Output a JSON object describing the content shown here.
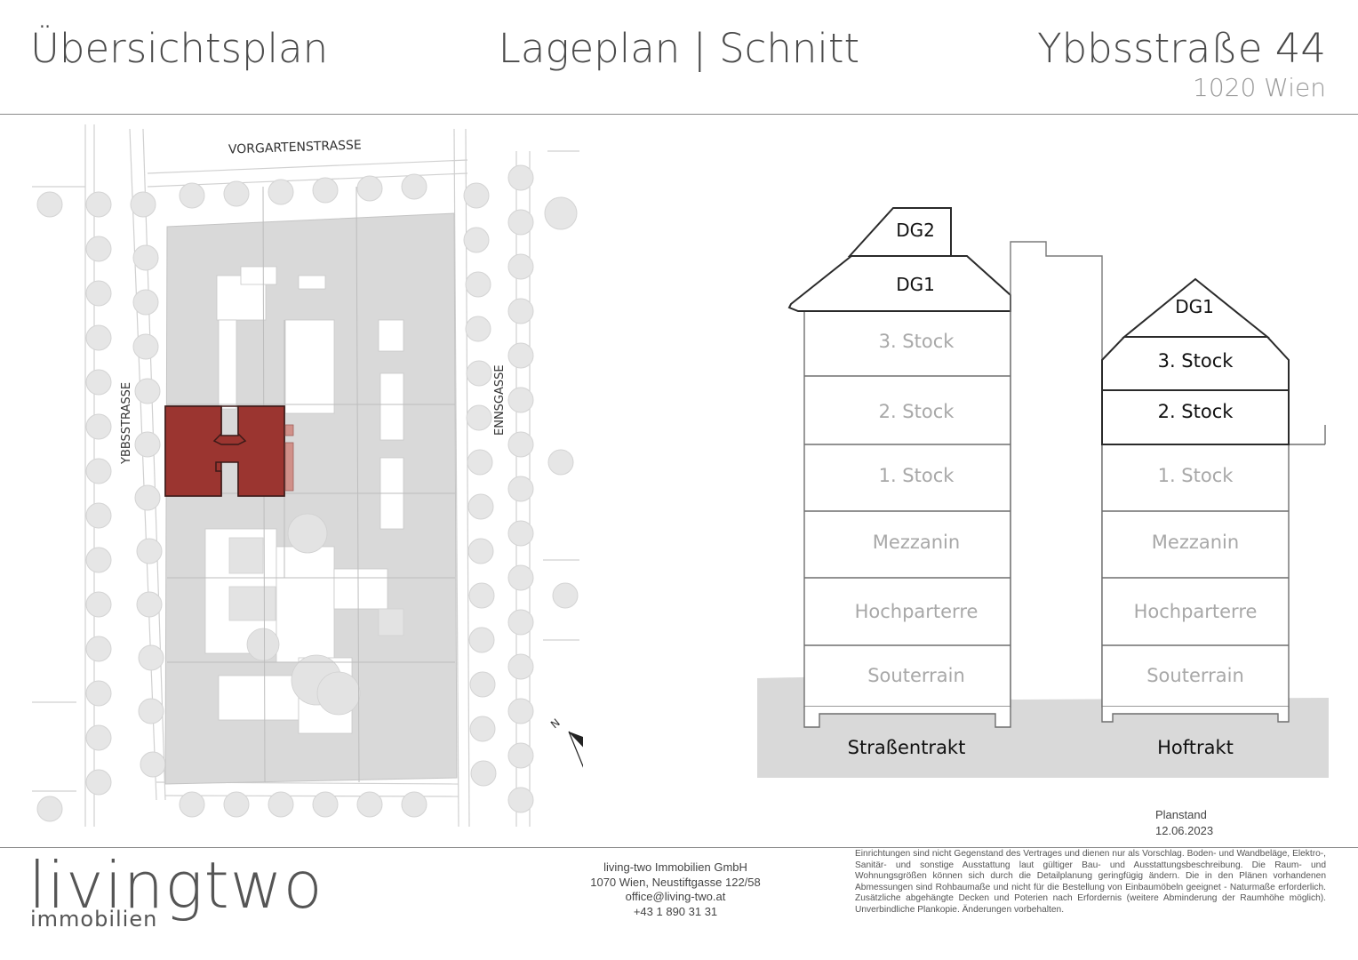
{
  "header": {
    "left_title": "Übersichtsplan",
    "center_title": "Lageplan | Schnitt",
    "right_title": "Ybbsstraße 44",
    "right_subtitle": "1020 Wien"
  },
  "site_plan": {
    "street_north": "VORGARTENSTRASSE",
    "street_west": "YBBSSTRASSE",
    "street_east": "ENNSGASSE",
    "north_arrow_label": "N",
    "highlight_color": "#9b3530"
  },
  "section": {
    "strassentrakt": {
      "label": "Straßentrakt",
      "floors": [
        "DG2",
        "DG1",
        "3. Stock",
        "2. Stock",
        "1. Stock",
        "Mezzanin",
        "Hochparterre",
        "Souterrain"
      ]
    },
    "hoftrakt": {
      "label": "Hoftrakt",
      "floors": [
        "DG1",
        "3. Stock",
        "2. Stock",
        "1. Stock",
        "Mezzanin",
        "Hochparterre",
        "Souterrain"
      ]
    }
  },
  "planstand": {
    "label": "Planstand",
    "date": "12.06.2023"
  },
  "footer": {
    "logo_main": "livingtwo",
    "logo_sub": "immobilien",
    "company": "living-two Immobilien GmbH",
    "address": "1070 Wien, Neustiftgasse 122/58",
    "email": "office@living-two.at",
    "phone": "+43 1 890 31 31",
    "disclaimer": "Einrichtungen sind nicht Gegenstand des Vertrages und dienen nur als Vorschlag. Boden- und Wandbeläge, Elektro-, Sanitär- und sonstige Ausstattung laut gültiger Bau- und Ausstattungsbeschreibung. Die Raum- und Wohnungsgrößen können sich durch die Detailplanung geringfügig ändern. Die in den Plänen vorhandenen Abmessungen sind Rohbaumaße und nicht für die Bestellung von Einbaumöbeln geeignet - Naturmaße erforderlich. Zusätzliche abgehängte Decken und Poterien nach Erfordernis (weitere Abminderung der Raumhöhe möglich). Unverbindliche Plankopie. Änderungen vorbehalten."
  }
}
